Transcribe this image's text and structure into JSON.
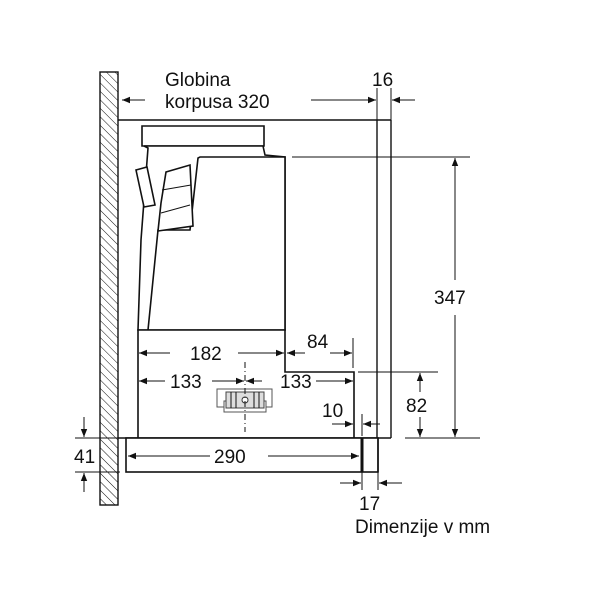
{
  "diagram": {
    "depth_label_line1": "Globina",
    "depth_label_line2": "korpusa 320",
    "dim_16": "16",
    "dim_347": "347",
    "dim_182": "182",
    "dim_84": "84",
    "dim_133_left": "133",
    "dim_133_right": "133",
    "dim_82": "82",
    "dim_10": "10",
    "dim_290": "290",
    "dim_41": "41",
    "dim_17": "17",
    "units_note": "Dimenzije v mm"
  },
  "colors": {
    "line": "#111111",
    "background": "#ffffff"
  }
}
